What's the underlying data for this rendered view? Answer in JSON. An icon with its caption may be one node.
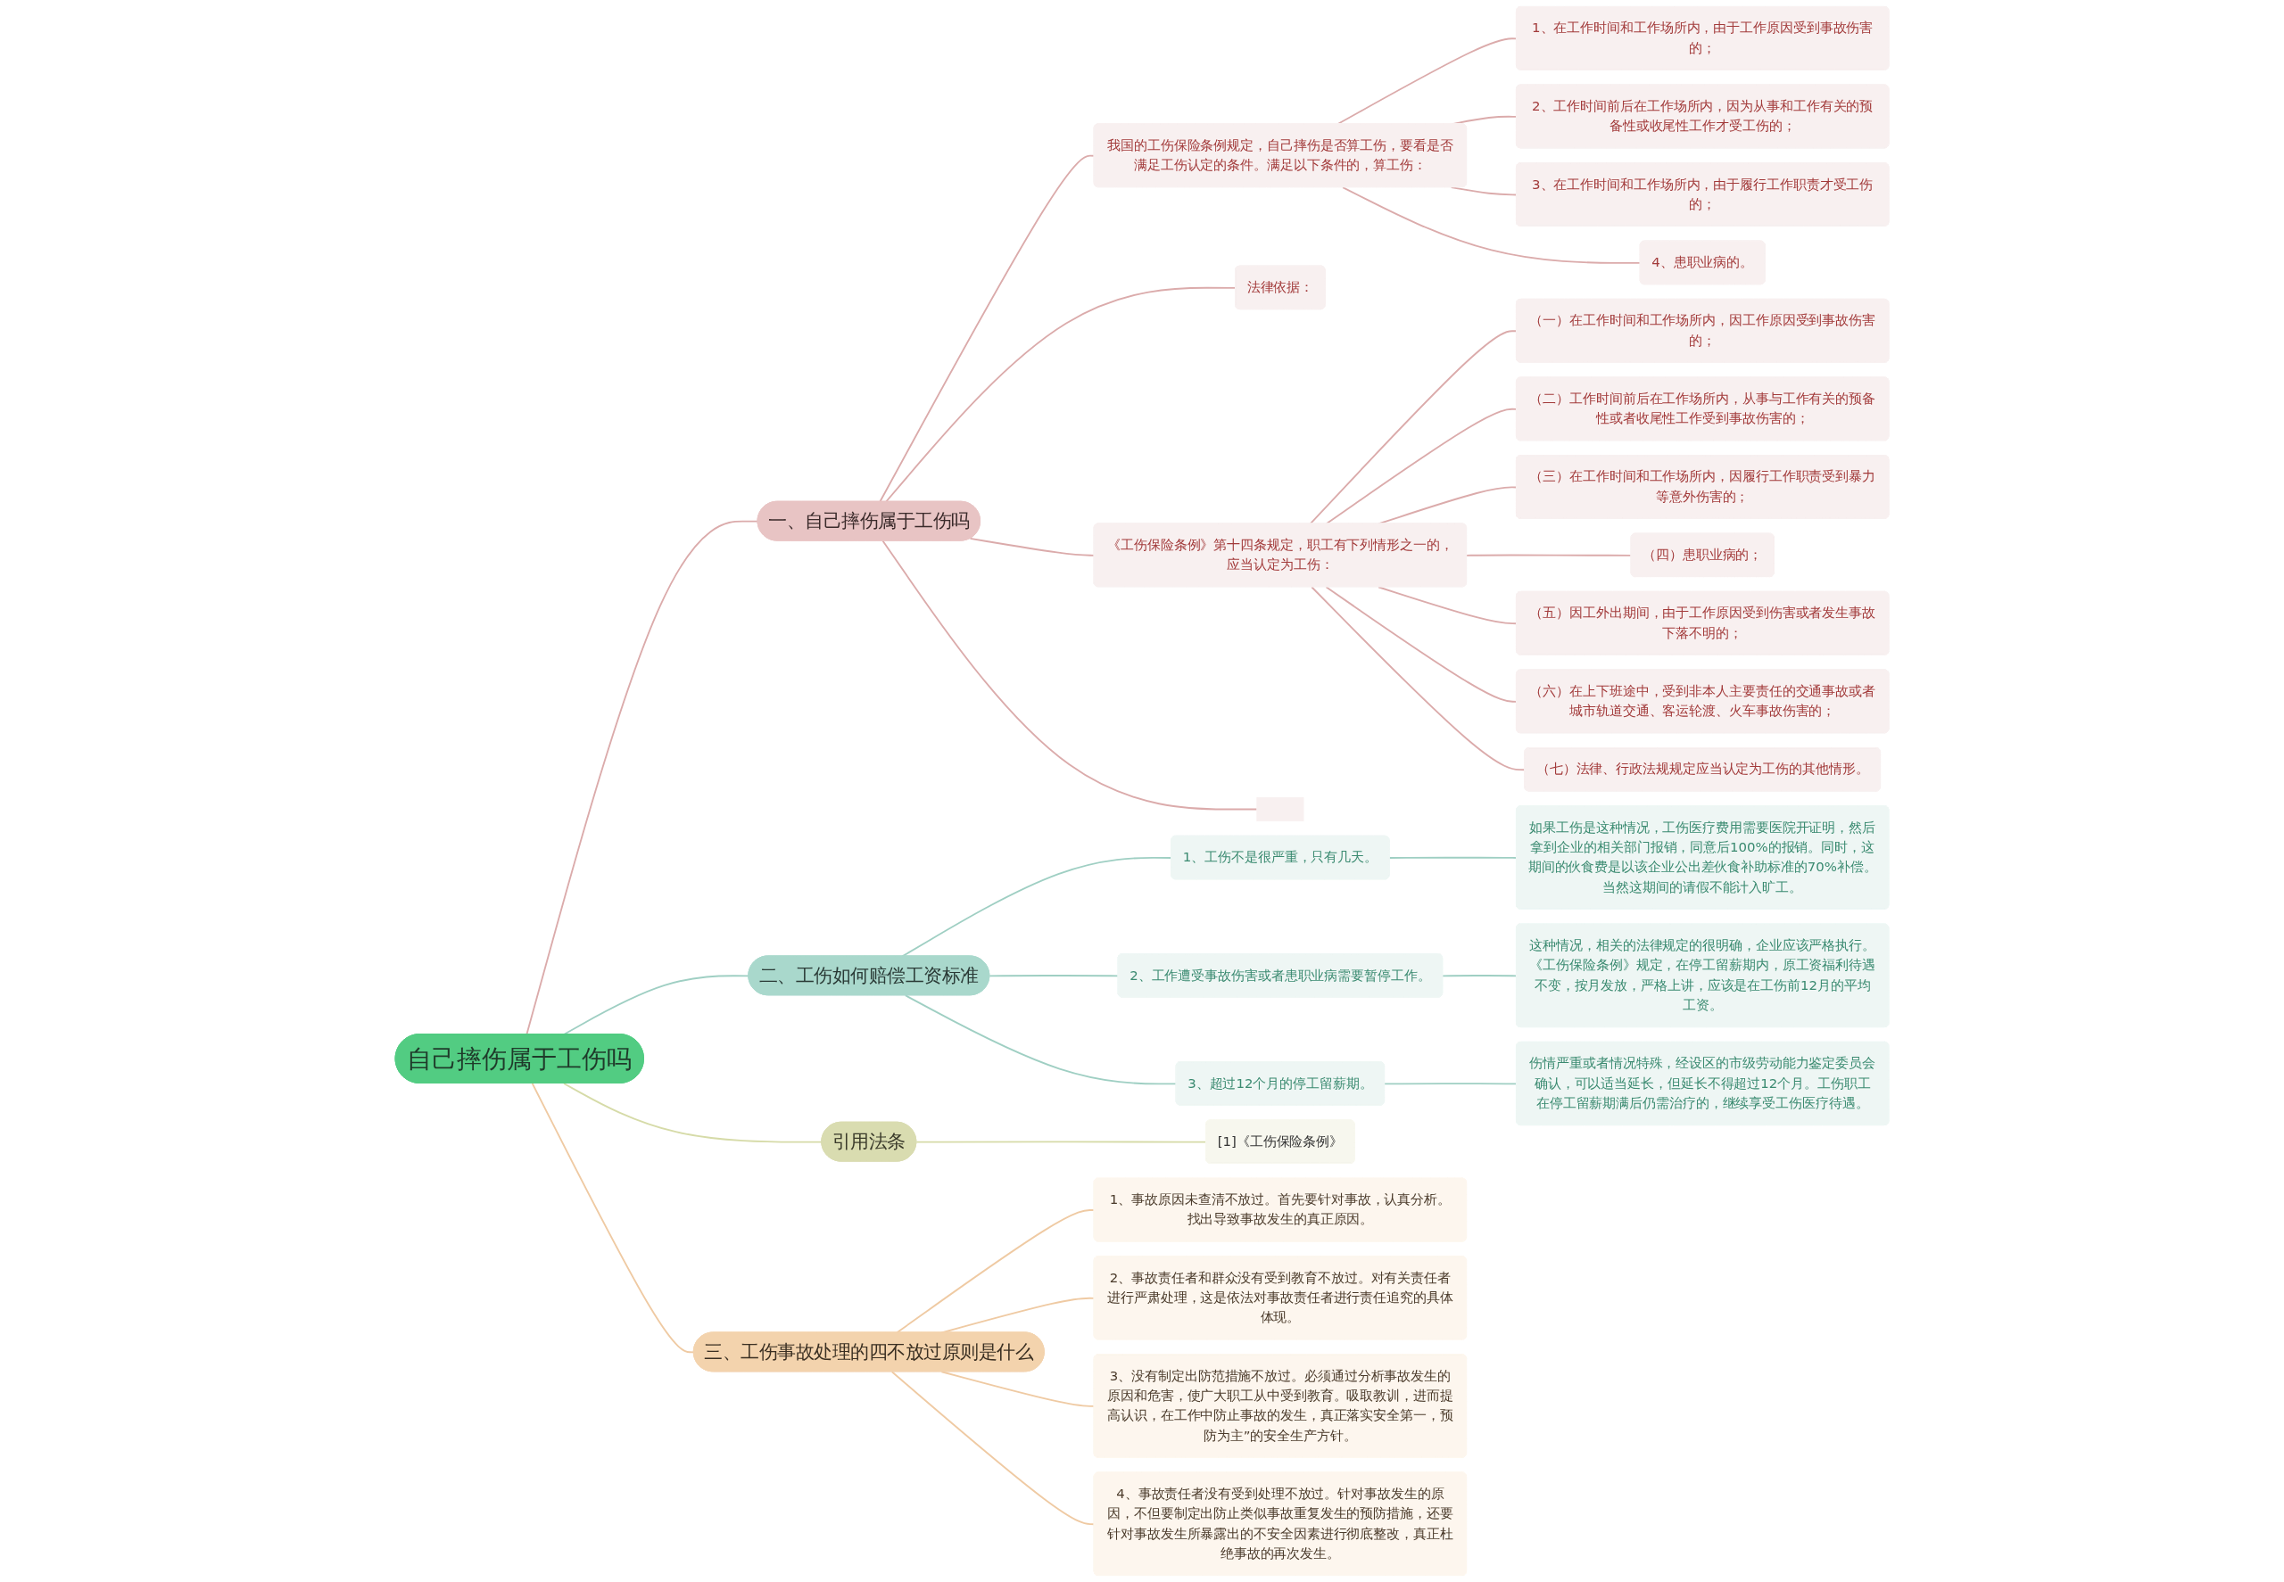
{
  "diagram": {
    "nodes": [
      {
        "text": [
          "自己摔伤属于工伤吗"
        ]
      },
      {
        "text": [
          "一、自己摔伤属于工伤吗"
        ]
      },
      {
        "text": [
          "我国的工伤保险条例规定，自己摔伤是否算工伤，要看是否满足工伤认定的条件。满足以下条件的，算工伤："
        ]
      },
      {
        "text": [
          "1、在工作时间和工作场所内，由于工作原因受到事故伤害的；"
        ]
      },
      {
        "text": [
          "2、工作时间前后在工作场所内，因为从事和工作有关的预备性或收尾性工作才受工伤的；"
        ]
      },
      {
        "text": [
          "3、在工作时间和工作场所内，由于履行工作职责才受工伤的；"
        ]
      },
      {
        "text": [
          "4、患职业病的。"
        ]
      },
      {
        "text": [
          "法律依据："
        ]
      },
      {
        "text": [
          "《工伤保险条例》第十四条规定，职工有下列情形之一的，应当认定为工伤："
        ]
      },
      {
        "text": [
          "（一）在工作时间和工作场所内，因工作原因受到事故伤害的；"
        ]
      },
      {
        "text": [
          "（二）工作时间前后在工作场所内，从事与工作有关的预备性或者收尾性工作受到事故伤害的；"
        ]
      },
      {
        "text": [
          "（三）在工作时间和工作场所内，因履行工作职责受到暴力等意外伤害的；"
        ]
      },
      {
        "text": [
          "（四）患职业病的；"
        ]
      },
      {
        "text": [
          "（五）因工外出期间，由于工作原因受到伤害或者发生事故下落不明的；"
        ]
      },
      {
        "text": [
          "（六）在上下班途中，受到非本人主要责任的交通事故或者城市轨道交通、客运轮渡、火车事故伤害的；"
        ]
      },
      {
        "text": [
          "（七）法律、行政法规规定应当认定为工伤的其他情形。"
        ]
      },
      {
        "text": [],
        "shape": "box"
      },
      {
        "text": [
          "二、工伤如何赔偿工资标准"
        ]
      },
      {
        "text": [
          "1、工伤不是很严重，只有几天。"
        ]
      },
      {
        "text": [
          "如果工伤是这种情况，工伤医疗费用需要医院开证明，然后拿到企业的相关部门报销，同意后100%的报销。同时，这期间的伙食费是以该企业公出差伙食补助标准的70%补偿。当然这期间的请假不能计入旷工。"
        ]
      },
      {
        "text": [
          "2、工作遭受事故伤害或者患职业病需要暂停工作。"
        ]
      },
      {
        "text": [
          "这种情况，相关的法律规定的很明确，企业应该严格执行。《工伤保险条例》规定，在停工留薪期内，原工资福利待遇不变，按月发放，严格上讲，应该是在工伤前12月的平均工资。"
        ]
      },
      {
        "text": [
          "3、超过12个月的停工留薪期。"
        ]
      },
      {
        "text": [
          "伤情严重或者情况特殊，经设区的市级劳动能力鉴定委员会确认，可以适当延长，但延长不得超过12个月。工伤职工在停工留薪期满后仍需治疗的，继续享受工伤医疗待遇。"
        ]
      },
      {
        "text": [
          "引用法条"
        ]
      },
      {
        "text": [
          "[1]《工伤保险条例》"
        ]
      },
      {
        "text": [
          "三、工伤事故处理的四不放过原则是什么"
        ]
      },
      {
        "text": [
          "1、事故原因未查清不放过。首先要针对事故，认真分析。找出导致事故发生的真正原因。"
        ]
      },
      {
        "text": [
          "2、事故责任者和群众没有受到教育不放过。对有关责任者进行严肃处理，这是依法对事故责任者进行责任追究的具体体现。"
        ]
      },
      {
        "text": [
          "3、没有制定出防范措施不放过。必须通过分析事故发生的原因和危害，使广大职工从中受到教育。吸取教训，进而提高认识，在工作中防止事故的发生，真正落实安全第一，预防为主”的安全生产方针。"
        ]
      },
      {
        "text": [
          "4、事故责任者没有受到处理不放过。针对事故发生的原因，不但要制定出防止类似事故重复发生的预防措施，还要针对事故发生所暴露出的不安全因素进行彻底整改，真正杜绝事故的再次发生。"
        ]
      }
    ],
    "edges": [
      {
        "from": 0,
        "to": 1,
        "arrow": "none"
      },
      {
        "from": 1,
        "to": 2,
        "arrow": "none"
      },
      {
        "from": 2,
        "to": 3,
        "arrow": "none"
      },
      {
        "from": 2,
        "to": 4,
        "arrow": "none"
      },
      {
        "from": 2,
        "to": 5,
        "arrow": "none"
      },
      {
        "from": 2,
        "to": 6,
        "arrow": "none"
      },
      {
        "from": 1,
        "to": 7,
        "arrow": "none"
      },
      {
        "from": 1,
        "to": 8,
        "arrow": "none"
      },
      {
        "from": 8,
        "to": 9,
        "arrow": "none"
      },
      {
        "from": 8,
        "to": 10,
        "arrow": "none"
      },
      {
        "from": 8,
        "to": 11,
        "arrow": "none"
      },
      {
        "from": 8,
        "to": 12,
        "arrow": "none"
      },
      {
        "from": 8,
        "to": 13,
        "arrow": "none"
      },
      {
        "from": 8,
        "to": 14,
        "arrow": "none"
      },
      {
        "from": 8,
        "to": 15,
        "arrow": "none"
      },
      {
        "from": 1,
        "to": 16,
        "arrow": "none"
      },
      {
        "from": 0,
        "to": 17,
        "arrow": "none",
        "color": "#9fcfc3"
      },
      {
        "from": 17,
        "to": 18,
        "arrow": "none",
        "color": "#9fcfc3"
      },
      {
        "from": 18,
        "to": 19,
        "arrow": "none",
        "color": "#9fcfc3"
      },
      {
        "from": 17,
        "to": 20,
        "arrow": "none",
        "color": "#9fcfc3"
      },
      {
        "from": 20,
        "to": 21,
        "arrow": "none",
        "color": "#9fcfc3"
      },
      {
        "from": 17,
        "to": 22,
        "arrow": "none",
        "color": "#9fcfc3"
      },
      {
        "from": 22,
        "to": 23,
        "arrow": "none",
        "color": "#9fcfc3"
      },
      {
        "from": 0,
        "to": 24,
        "arrow": "none",
        "color": "#d6dba8"
      },
      {
        "from": 24,
        "to": 25,
        "arrow": "none",
        "color": "#d6dba8"
      },
      {
        "from": 0,
        "to": 26,
        "arrow": "none",
        "color": "#efcaa3"
      },
      {
        "from": 26,
        "to": 27,
        "arrow": "none",
        "color": "#efcaa3"
      },
      {
        "from": 26,
        "to": 28,
        "arrow": "none",
        "color": "#efcaa3"
      },
      {
        "from": 26,
        "to": 29,
        "arrow": "none",
        "color": "#efcaa3"
      },
      {
        "from": 26,
        "to": 30,
        "arrow": "none",
        "color": "#efcaa3"
      }
    ]
  }
}
